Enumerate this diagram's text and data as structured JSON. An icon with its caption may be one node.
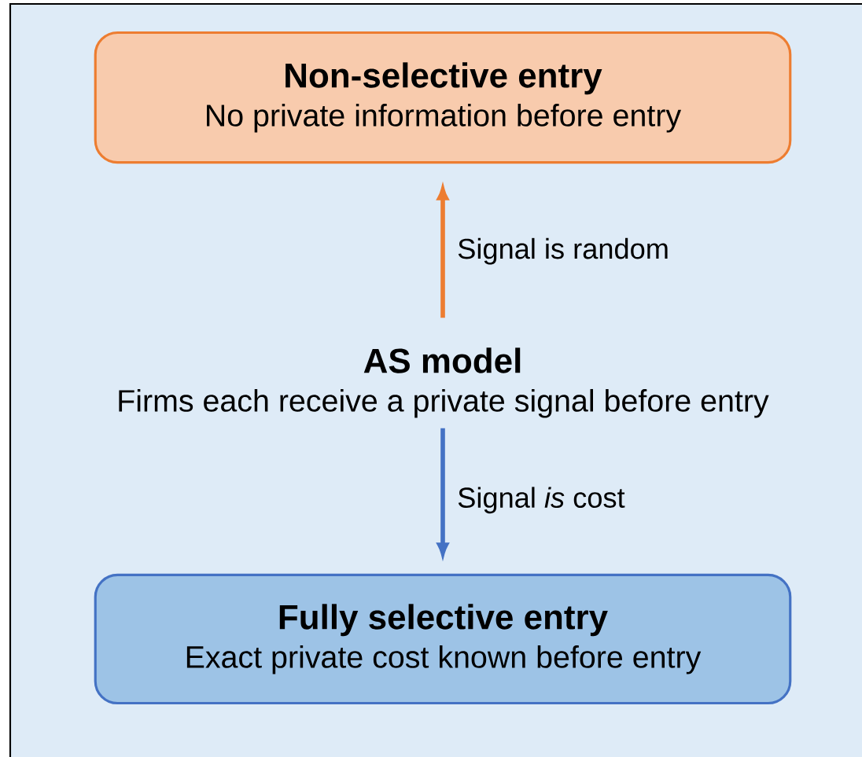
{
  "diagram": {
    "nodes": [
      {
        "text": [
          "Non-selective entry",
          "No private information before entry"
        ]
      },
      {
        "text": [
          "AS model",
          "Firms each receive a private signal before entry"
        ]
      },
      {
        "text": [
          "Fully selective entry",
          "Exact private cost known before entry"
        ]
      }
    ],
    "edges": [
      {
        "from": 1,
        "to": 0,
        "arrow": "to",
        "label": "Signal is random",
        "color": "#ed7d31"
      },
      {
        "from": 1,
        "to": 2,
        "arrow": "to",
        "label": "Signal *is* cost",
        "color": "#4472c4"
      }
    ]
  }
}
